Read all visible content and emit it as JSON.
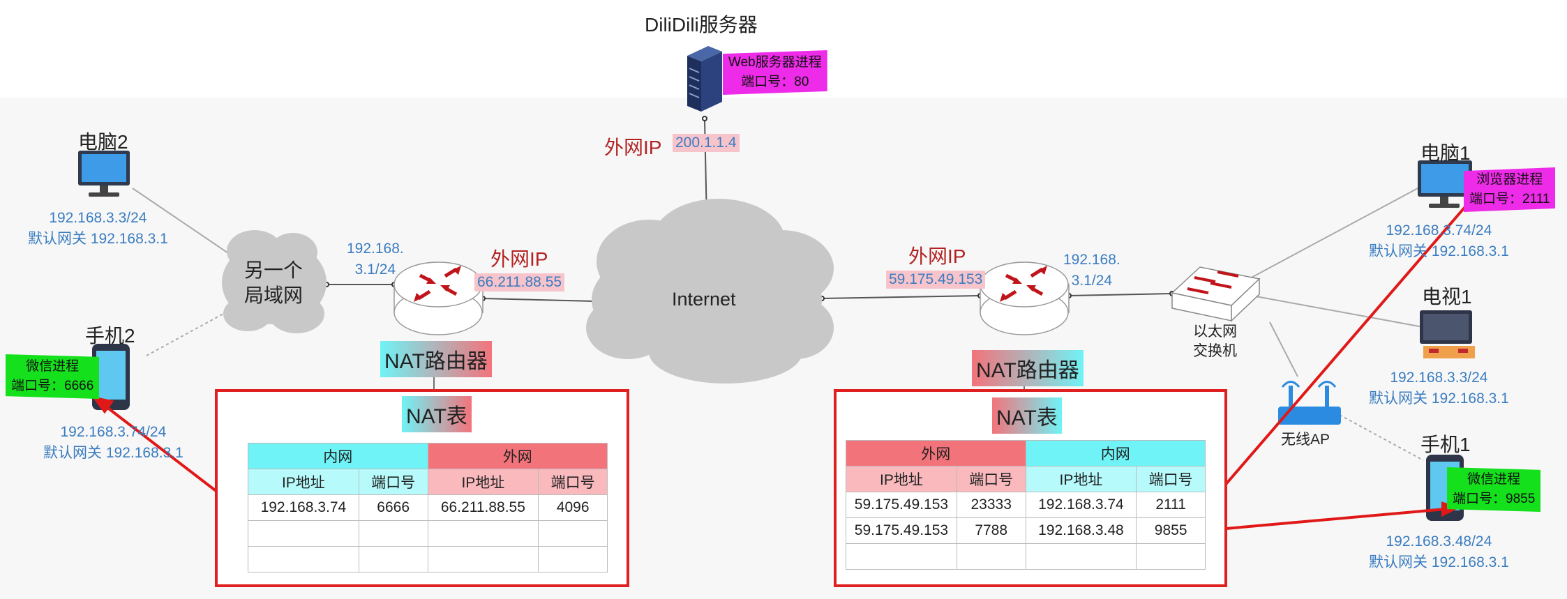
{
  "server": {
    "title": "DiliDili服务器",
    "process": "Web服务器进程",
    "port": "端口号：80",
    "wan_label": "外网IP",
    "wan_ip": "200.1.1.4"
  },
  "cloud": {
    "internet": "Internet",
    "lan2_line1": "另一个",
    "lan2_line2": "局域网"
  },
  "left_router": {
    "lan_ip_line1": "192.168.",
    "lan_ip_line2": "3.1/24",
    "wan_label": "外网IP",
    "wan_ip": "66.211.88.55",
    "name": "NAT路由器"
  },
  "right_router": {
    "lan_ip_line1": "192.168.",
    "lan_ip_line2": "3.1/24",
    "wan_label": "外网IP",
    "wan_ip": "59.175.49.153",
    "name": "NAT路由器"
  },
  "pc2": {
    "name": "电脑2",
    "ip": "192.168.3.3/24",
    "gateway": "默认网关 192.168.3.1"
  },
  "phone2": {
    "name": "手机2",
    "process": "微信进程",
    "port": "端口号：6666",
    "ip": "192.168.3.74/24",
    "gateway": "默认网关 192.168.3.1"
  },
  "pc1": {
    "name": "电脑1",
    "process": "浏览器进程",
    "port": "端口号：2111",
    "ip": "192.168.3.74/24",
    "gateway": "默认网关 192.168.3.1"
  },
  "tv1": {
    "name": "电视1",
    "ip": "192.168.3.3/24",
    "gateway": "默认网关 192.168.3.1"
  },
  "phone1": {
    "name": "手机1",
    "process": "微信进程",
    "port": "端口号：9855",
    "ip": "192.168.3.48/24",
    "gateway": "默认网关 192.168.3.1"
  },
  "switch": {
    "line1": "以太网",
    "line2": "交换机"
  },
  "wifi": {
    "name": "无线AP"
  },
  "left_nat": {
    "title": "NAT表",
    "group_left": "内网",
    "group_right": "外网",
    "headers": [
      "IP地址",
      "端口号",
      "IP地址",
      "端口号"
    ],
    "rows": [
      [
        "192.168.3.74",
        "6666",
        "66.211.88.55",
        "4096"
      ],
      [
        "",
        "",
        "",
        ""
      ],
      [
        "",
        "",
        "",
        ""
      ]
    ]
  },
  "right_nat": {
    "title": "NAT表",
    "group_left": "外网",
    "group_right": "内网",
    "headers": [
      "IP地址",
      "端口号",
      "IP地址",
      "端口号"
    ],
    "rows": [
      [
        "59.175.49.153",
        "23333",
        "192.168.3.74",
        "2111"
      ],
      [
        "59.175.49.153",
        "7788",
        "192.168.3.48",
        "9855"
      ],
      [
        "",
        "",
        "",
        ""
      ]
    ]
  },
  "colors": {
    "cyan": "#6ff3f6",
    "red": "#f3737b",
    "border_red": "#e02020",
    "ip_blue": "#3a7cc0",
    "magenta": "#ee2be8",
    "green": "#14e01c"
  }
}
